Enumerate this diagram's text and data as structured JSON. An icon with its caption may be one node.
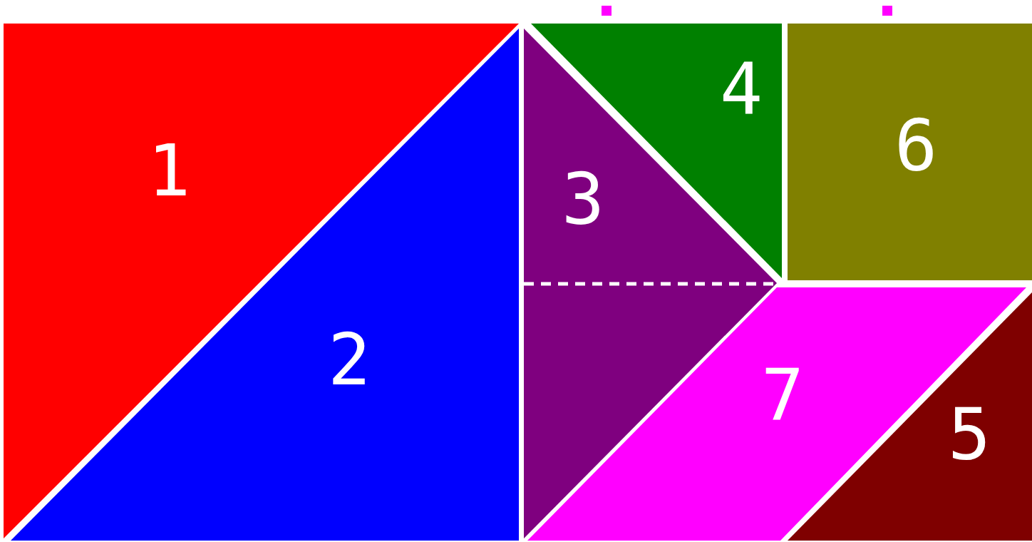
{
  "diagram": {
    "nodes": [
      {
        "text": [
          "1"
        ]
      },
      {
        "text": [
          "2"
        ]
      },
      {
        "text": [
          "3"
        ]
      },
      {
        "text": [
          "4"
        ]
      },
      {
        "text": [
          "6"
        ]
      },
      {
        "text": [
          "7"
        ]
      },
      {
        "text": [
          "5"
        ]
      }
    ]
  }
}
